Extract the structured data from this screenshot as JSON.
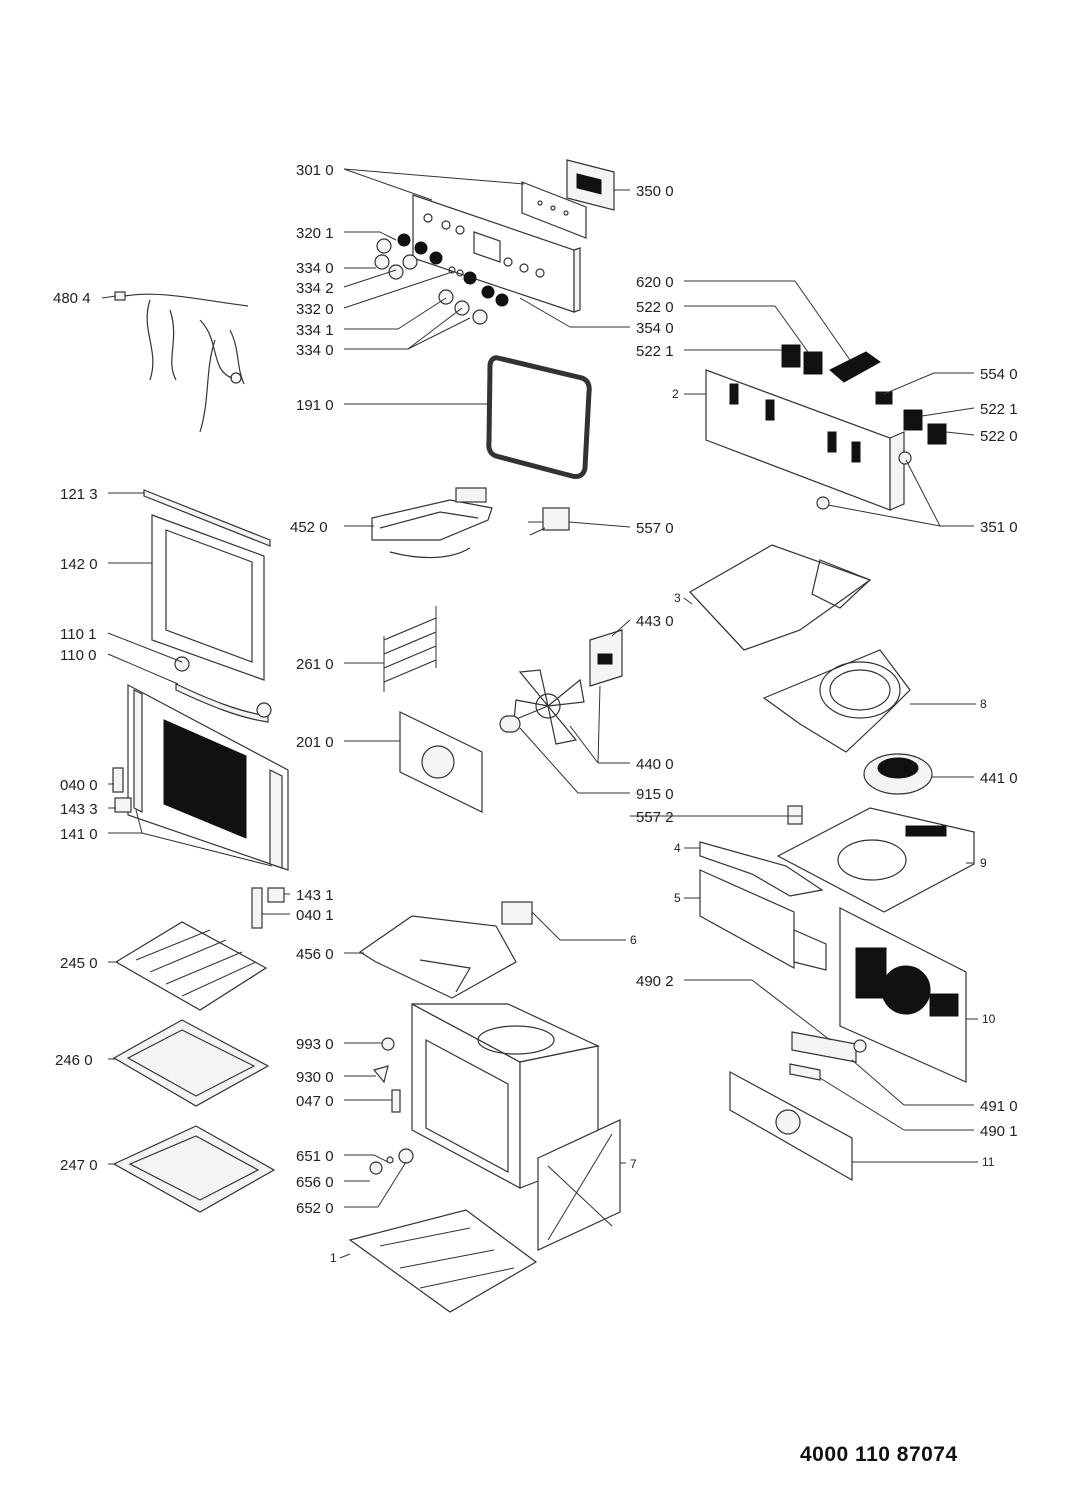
{
  "document_number": "4000 110 87074",
  "labels": [
    {
      "id": "l1",
      "text": "301 0"
    },
    {
      "id": "l2",
      "text": "350 0"
    },
    {
      "id": "l3",
      "text": "320 1"
    },
    {
      "id": "l4",
      "text": "334 0"
    },
    {
      "id": "l5",
      "text": "334 2"
    },
    {
      "id": "l6",
      "text": "332 0"
    },
    {
      "id": "l7",
      "text": "334 1"
    },
    {
      "id": "l8",
      "text": "334 0"
    },
    {
      "id": "l9",
      "text": "480 4"
    },
    {
      "id": "l10",
      "text": "354 0"
    },
    {
      "id": "l11",
      "text": "620 0"
    },
    {
      "id": "l12",
      "text": "522 0"
    },
    {
      "id": "l13",
      "text": "522 1"
    },
    {
      "id": "l14",
      "text": "554 0"
    },
    {
      "id": "l15",
      "text": "2"
    },
    {
      "id": "l16",
      "text": "522 1"
    },
    {
      "id": "l17",
      "text": "522 0"
    },
    {
      "id": "l18",
      "text": "191 0"
    },
    {
      "id": "l19",
      "text": "351 0"
    },
    {
      "id": "l20",
      "text": "121 3"
    },
    {
      "id": "l21",
      "text": "452 0"
    },
    {
      "id": "l22",
      "text": "557 0"
    },
    {
      "id": "l23",
      "text": "142 0"
    },
    {
      "id": "l24",
      "text": "3"
    },
    {
      "id": "l25",
      "text": "443 0"
    },
    {
      "id": "l26",
      "text": "110 1"
    },
    {
      "id": "l27",
      "text": "110 0"
    },
    {
      "id": "l28",
      "text": "261 0"
    },
    {
      "id": "l29",
      "text": "8"
    },
    {
      "id": "l30",
      "text": "201 0"
    },
    {
      "id": "l31",
      "text": "440 0"
    },
    {
      "id": "l32",
      "text": "441 0"
    },
    {
      "id": "l33",
      "text": "040 0"
    },
    {
      "id": "l34",
      "text": "915 0"
    },
    {
      "id": "l35",
      "text": "143 3"
    },
    {
      "id": "l36",
      "text": "557 2"
    },
    {
      "id": "l37",
      "text": "141 0"
    },
    {
      "id": "l38",
      "text": "4"
    },
    {
      "id": "l39",
      "text": "9"
    },
    {
      "id": "l40",
      "text": "143 1"
    },
    {
      "id": "l41",
      "text": "040 1"
    },
    {
      "id": "l42",
      "text": "5"
    },
    {
      "id": "l43",
      "text": "6"
    },
    {
      "id": "l44",
      "text": "245 0"
    },
    {
      "id": "l45",
      "text": "456 0"
    },
    {
      "id": "l46",
      "text": "490 2"
    },
    {
      "id": "l47",
      "text": "10"
    },
    {
      "id": "l48",
      "text": "993 0"
    },
    {
      "id": "l49",
      "text": "246 0"
    },
    {
      "id": "l50",
      "text": "930 0"
    },
    {
      "id": "l51",
      "text": "047 0"
    },
    {
      "id": "l52",
      "text": "491 0"
    },
    {
      "id": "l53",
      "text": "490 1"
    },
    {
      "id": "l54",
      "text": "651 0"
    },
    {
      "id": "l55",
      "text": "7"
    },
    {
      "id": "l56",
      "text": "11"
    },
    {
      "id": "l57",
      "text": "247 0"
    },
    {
      "id": "l58",
      "text": "656 0"
    },
    {
      "id": "l59",
      "text": "652 0"
    },
    {
      "id": "l60",
      "text": "1"
    }
  ]
}
